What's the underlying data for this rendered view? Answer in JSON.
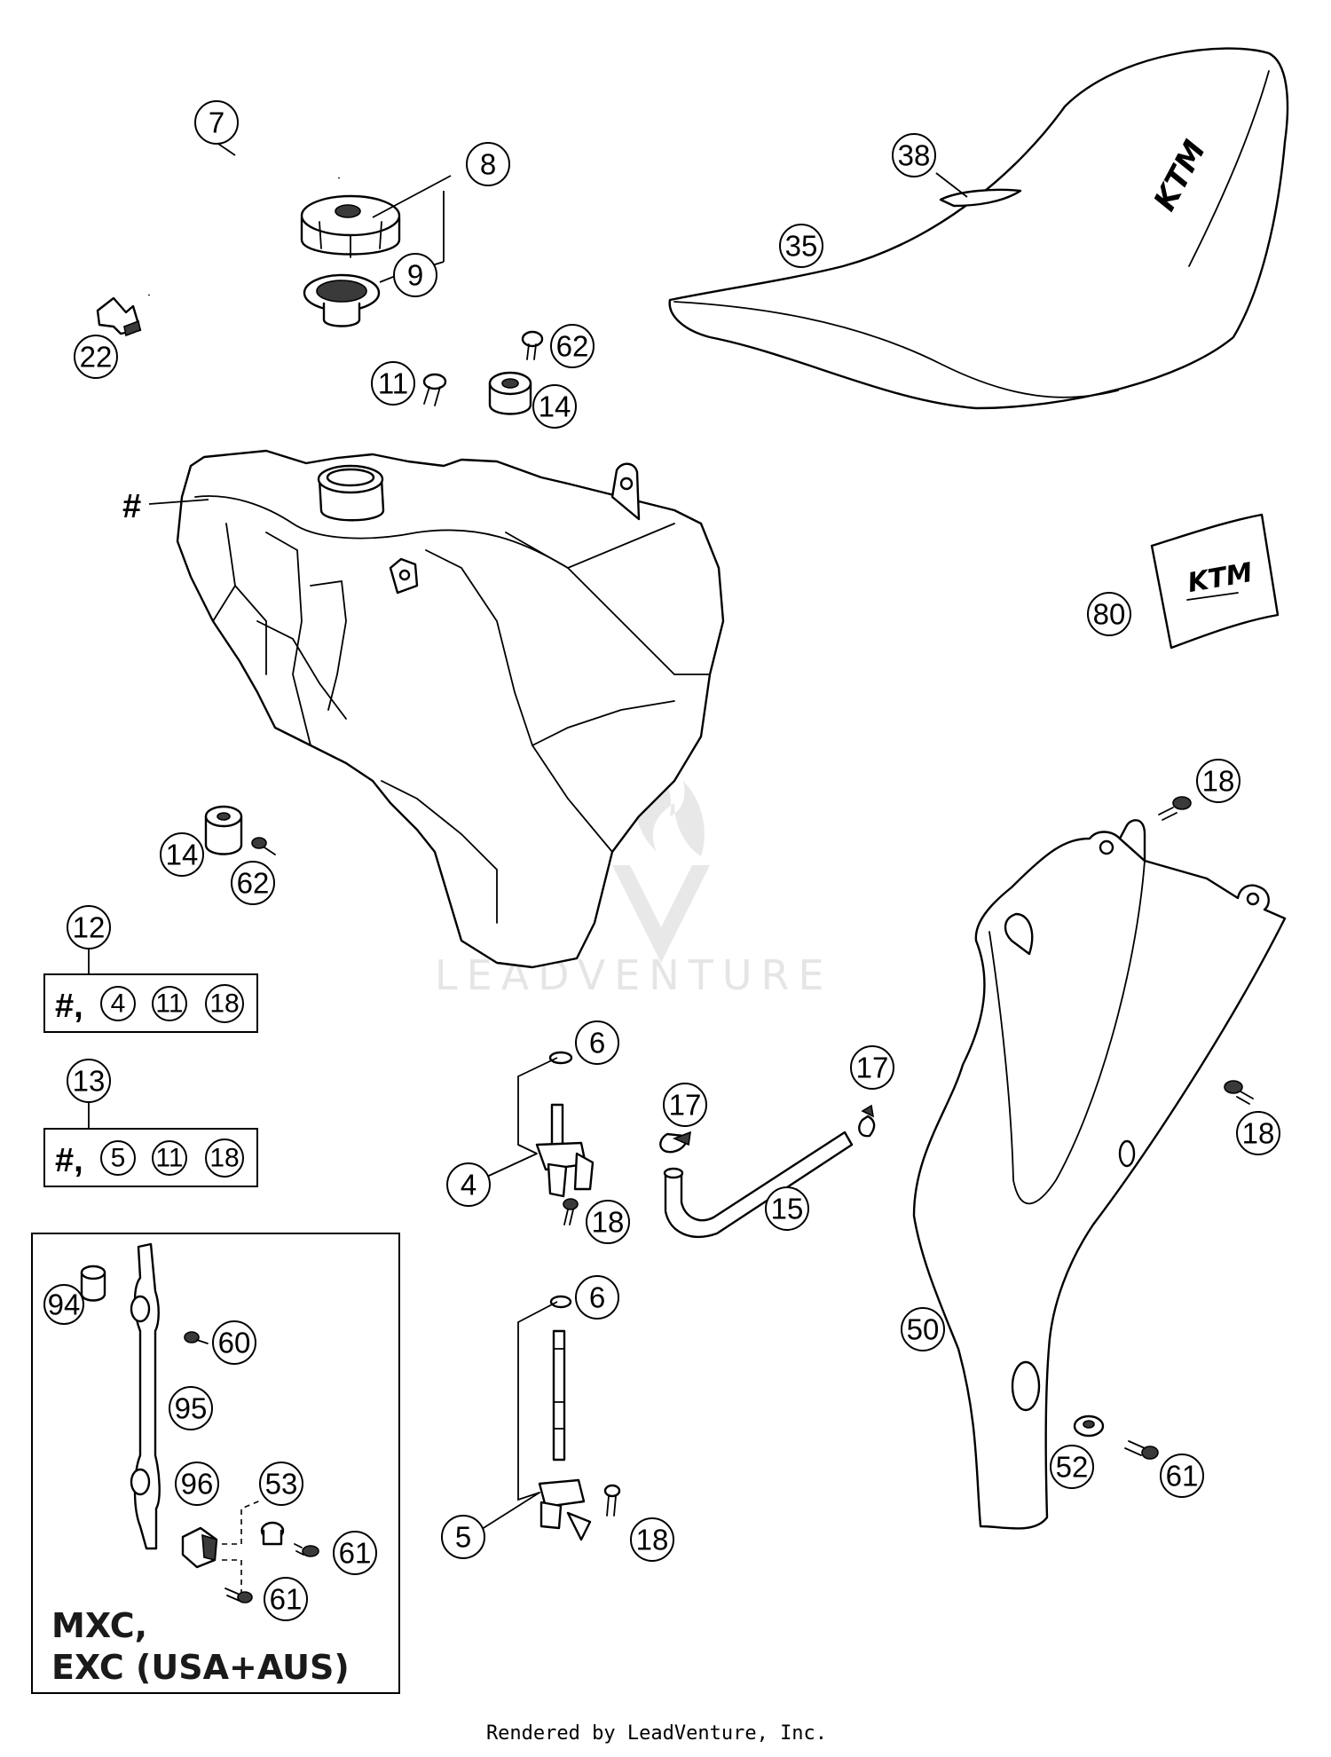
{
  "diagram": {
    "callouts": [
      {
        "id": "c7",
        "label": "7"
      },
      {
        "id": "c8",
        "label": "8"
      },
      {
        "id": "c9",
        "label": "9"
      },
      {
        "id": "c22",
        "label": "22"
      },
      {
        "id": "c62a",
        "label": "62"
      },
      {
        "id": "c11",
        "label": "11"
      },
      {
        "id": "c14a",
        "label": "14"
      },
      {
        "id": "c38",
        "label": "38"
      },
      {
        "id": "c35",
        "label": "35"
      },
      {
        "id": "c80",
        "label": "80"
      },
      {
        "id": "c14b",
        "label": "14"
      },
      {
        "id": "c62b",
        "label": "62"
      },
      {
        "id": "c18a",
        "label": "18"
      },
      {
        "id": "c12",
        "label": "12"
      },
      {
        "id": "c13",
        "label": "13"
      },
      {
        "id": "c6a",
        "label": "6"
      },
      {
        "id": "c17a",
        "label": "17"
      },
      {
        "id": "c17b",
        "label": "17"
      },
      {
        "id": "c18b",
        "label": "18"
      },
      {
        "id": "c4",
        "label": "4"
      },
      {
        "id": "c18c",
        "label": "18"
      },
      {
        "id": "c15",
        "label": "15"
      },
      {
        "id": "c94",
        "label": "94"
      },
      {
        "id": "c60",
        "label": "60"
      },
      {
        "id": "c6b",
        "label": "6"
      },
      {
        "id": "c50",
        "label": "50"
      },
      {
        "id": "c95",
        "label": "95"
      },
      {
        "id": "c96",
        "label": "96"
      },
      {
        "id": "c53",
        "label": "53"
      },
      {
        "id": "c52",
        "label": "52"
      },
      {
        "id": "c61a",
        "label": "61"
      },
      {
        "id": "c61b",
        "label": "61"
      },
      {
        "id": "c5",
        "label": "5"
      },
      {
        "id": "c18d",
        "label": "18"
      },
      {
        "id": "c61c",
        "label": "61"
      }
    ],
    "tank_marker": "#",
    "kits": [
      {
        "prefix": "#,",
        "items": [
          "4",
          "11",
          "18"
        ]
      },
      {
        "prefix": "#,",
        "items": [
          "5",
          "11",
          "18"
        ]
      }
    ],
    "variant_label_line1": "MXC,",
    "variant_label_line2": "EXC (USA+AUS)",
    "logo_seat": "KTM",
    "logo_sticker": "KTM",
    "watermark_text": "LEADVENTURE",
    "footer": "Rendered by LeadVenture, Inc."
  }
}
